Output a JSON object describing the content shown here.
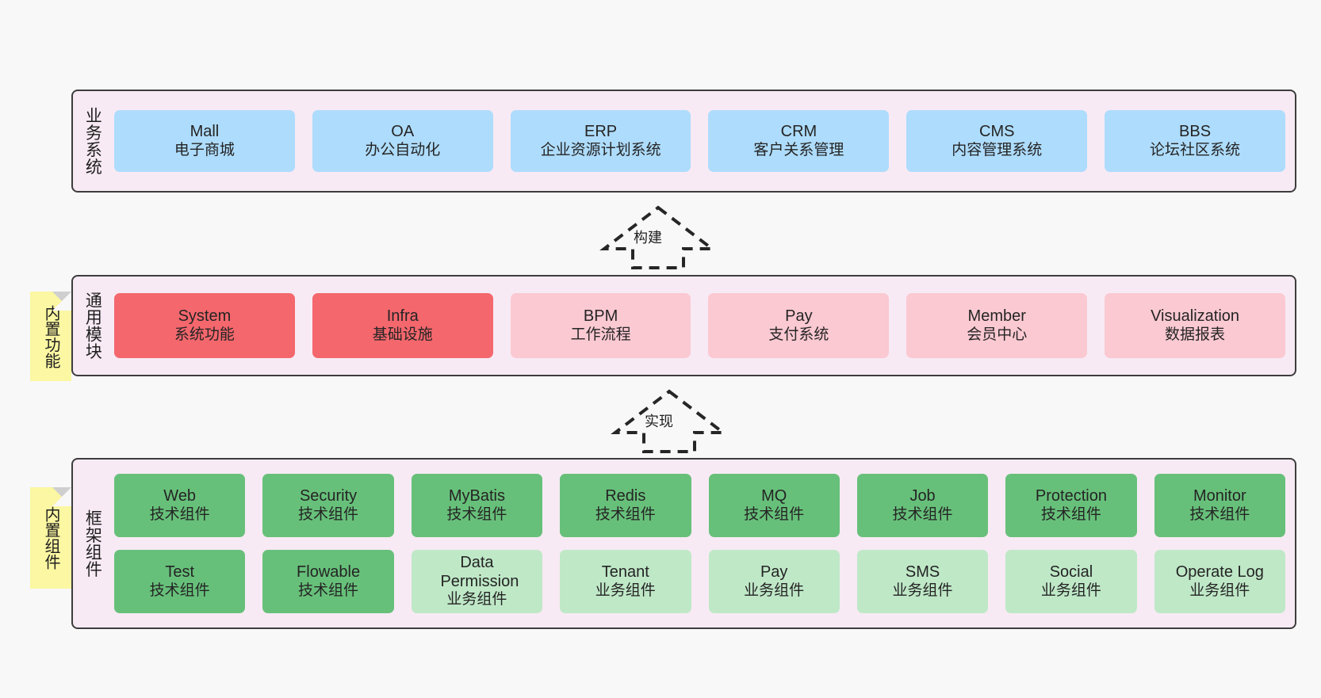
{
  "diagram": {
    "background": "#f8f8f8",
    "container_fill": "#f7eaf4",
    "container_stroke": "#3d3d3d",
    "note_fill": "#fbf7a2"
  },
  "layers": [
    {
      "id": "business-system",
      "title": "业务系统",
      "note": null,
      "rows": [
        {
          "cards": [
            {
              "name": "Mall",
              "sub": "电子商城",
              "color": "#aedcfc",
              "tone": "blue"
            },
            {
              "name": "OA",
              "sub": "办公自动化",
              "color": "#aedcfc",
              "tone": "blue"
            },
            {
              "name": "ERP",
              "sub": "企业资源计划系统",
              "color": "#aedcfc",
              "tone": "blue"
            },
            {
              "name": "CRM",
              "sub": "客户关系管理",
              "color": "#aedcfc",
              "tone": "blue"
            },
            {
              "name": "CMS",
              "sub": "内容管理系统",
              "color": "#aedcfc",
              "tone": "blue"
            },
            {
              "name": "BBS",
              "sub": "论坛社区系统",
              "color": "#aedcfc",
              "tone": "blue"
            }
          ]
        }
      ]
    },
    {
      "id": "common-module",
      "title": "通用模块",
      "note": "内置功能",
      "rows": [
        {
          "cards": [
            {
              "name": "System",
              "sub": "系统功能",
              "color": "#f4676d",
              "tone": "red"
            },
            {
              "name": "Infra",
              "sub": "基础设施",
              "color": "#f4676d",
              "tone": "red"
            },
            {
              "name": "BPM",
              "sub": "工作流程",
              "color": "#fbc9d2",
              "tone": "pink"
            },
            {
              "name": "Pay",
              "sub": "支付系统",
              "color": "#fbc9d2",
              "tone": "pink"
            },
            {
              "name": "Member",
              "sub": "会员中心",
              "color": "#fbc9d2",
              "tone": "pink"
            },
            {
              "name": "Visualization",
              "sub": "数据报表",
              "color": "#fbc9d2",
              "tone": "pink"
            }
          ]
        }
      ]
    },
    {
      "id": "framework-component",
      "title": "框架组件",
      "note": "内置组件",
      "rows": [
        {
          "cards": [
            {
              "name": "Web",
              "sub": "技术组件",
              "color": "#67c07a",
              "tone": "green"
            },
            {
              "name": "Security",
              "sub": "技术组件",
              "color": "#67c07a",
              "tone": "green"
            },
            {
              "name": "MyBatis",
              "sub": "技术组件",
              "color": "#67c07a",
              "tone": "green"
            },
            {
              "name": "Redis",
              "sub": "技术组件",
              "color": "#67c07a",
              "tone": "green"
            },
            {
              "name": "MQ",
              "sub": "技术组件",
              "color": "#67c07a",
              "tone": "green"
            },
            {
              "name": "Job",
              "sub": "技术组件",
              "color": "#67c07a",
              "tone": "green"
            },
            {
              "name": "Protection",
              "sub": "技术组件",
              "color": "#67c07a",
              "tone": "green"
            },
            {
              "name": "Monitor",
              "sub": "技术组件",
              "color": "#67c07a",
              "tone": "green"
            }
          ]
        },
        {
          "cards": [
            {
              "name": "Test",
              "sub": "技术组件",
              "color": "#67c07a",
              "tone": "green"
            },
            {
              "name": "Flowable",
              "sub": "技术组件",
              "color": "#67c07a",
              "tone": "green"
            },
            {
              "name": "Data Permission",
              "sub": "业务组件",
              "color": "#bfe8c7",
              "tone": "lightgreen"
            },
            {
              "name": "Tenant",
              "sub": "业务组件",
              "color": "#bfe8c7",
              "tone": "lightgreen"
            },
            {
              "name": "Pay",
              "sub": "业务组件",
              "color": "#bfe8c7",
              "tone": "lightgreen"
            },
            {
              "name": "SMS",
              "sub": "业务组件",
              "color": "#bfe8c7",
              "tone": "lightgreen"
            },
            {
              "name": "Social",
              "sub": "业务组件",
              "color": "#bfe8c7",
              "tone": "lightgreen"
            },
            {
              "name": "Operate Log",
              "sub": "业务组件",
              "color": "#bfe8c7",
              "tone": "lightgreen"
            }
          ]
        }
      ]
    }
  ],
  "connectors": [
    {
      "id": "build",
      "label": "构建",
      "direction": "up",
      "from": "common-module",
      "to": "business-system"
    },
    {
      "id": "implement",
      "label": "实现",
      "direction": "up",
      "from": "framework-component",
      "to": "common-module"
    }
  ]
}
